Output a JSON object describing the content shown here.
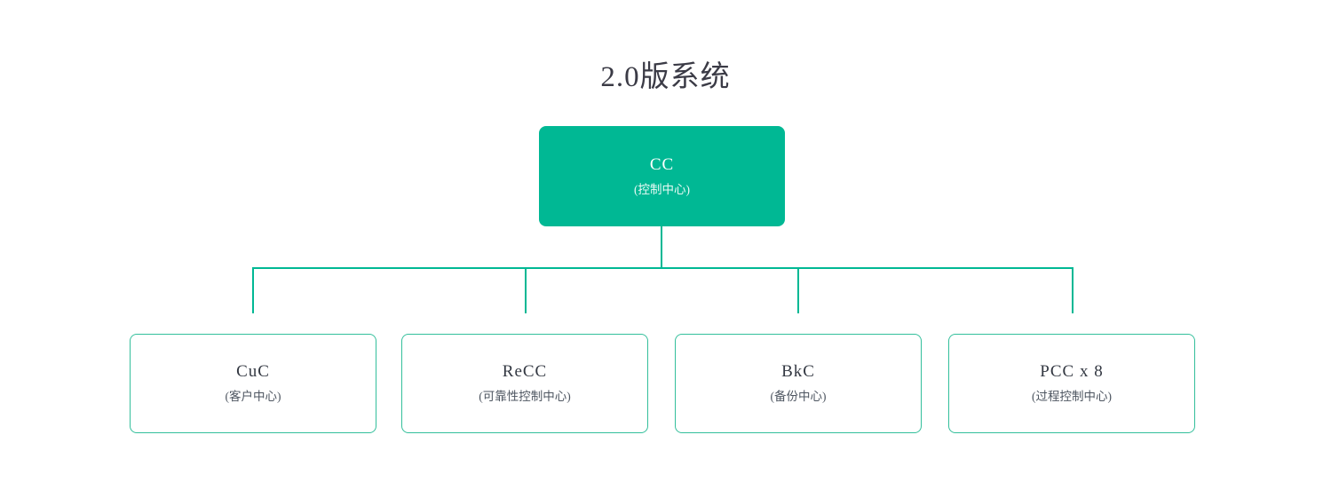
{
  "diagram": {
    "title": "2.0版系统",
    "accent_color": "#00b894",
    "border_color": "#33bf9b",
    "background_color": "#ffffff",
    "root": {
      "name": "CC",
      "subtitle": "(控制中心)",
      "style": "filled"
    },
    "children": [
      {
        "name": "CuC",
        "subtitle": "(客户中心)",
        "style": "outlined"
      },
      {
        "name": "ReCC",
        "subtitle": "(可靠性控制中心)",
        "style": "outlined"
      },
      {
        "name": "BkC",
        "subtitle": "(备份中心)",
        "style": "outlined"
      },
      {
        "name": "PCC x 8",
        "subtitle": "(过程控制中心)",
        "style": "outlined"
      }
    ]
  }
}
